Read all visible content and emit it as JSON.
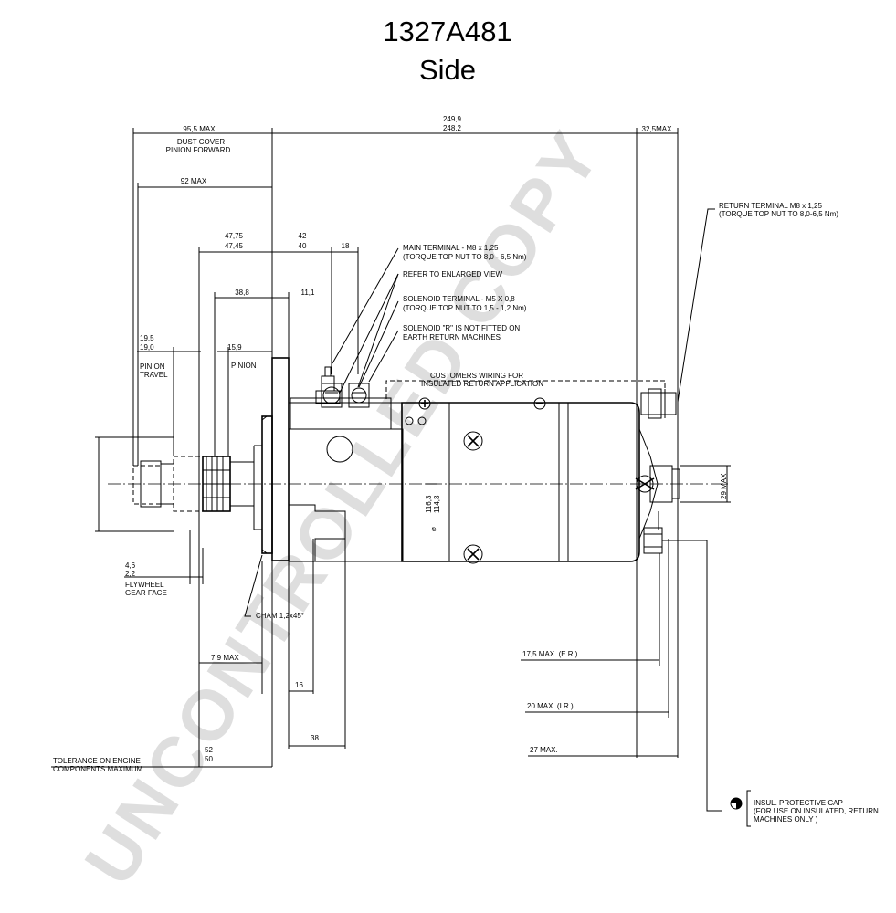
{
  "header": {
    "part_number": "1327A481",
    "view": "Side"
  },
  "dimensions": {
    "dust_cover_max": "95,5 MAX",
    "dust_cover_label_1": "DUST COVER",
    "dust_cover_label_2": "PINION FORWARD",
    "overall_max": "249,9",
    "overall_min": "248,2",
    "rear_max": "32,5MAX",
    "pinion_max": "92 MAX",
    "d_47_75": "47,75",
    "d_47_45": "47,45",
    "d_42": "42",
    "d_40": "40",
    "d_18": "18",
    "d_38_8": "38,8",
    "d_11_1": "11,1",
    "d_19_5": "19,5",
    "d_19_0": "19,0",
    "d_15_9": "15,9",
    "pinion_travel_1": "PINION",
    "pinion_travel_2": "TRAVEL",
    "pinion": "PINION",
    "d_4_6": "4,6",
    "d_2_2": "2,2",
    "flywheel_1": "FLYWHEEL",
    "flywheel_2": "GEAR FACE",
    "chamfer": "CHAM 1,2x45°",
    "d_7_9": "7,9 MAX",
    "d_16": "16",
    "d_38": "38",
    "d_52": "52",
    "d_50": "50",
    "tolerance_1": "TOLERANCE ON ENGINE",
    "tolerance_2": "COMPONENTS MAXIMUM",
    "dia_116_3": "116,3",
    "dia_114_3": "114,3",
    "dia_29": "29 MAX",
    "d_17_5": "17,5 MAX.   (E.R.)",
    "d_20": "20 MAX.   (I.R.)",
    "d_27": "27 MAX."
  },
  "callouts": {
    "main_terminal_1": "MAIN TERMINAL - M8 x 1,25",
    "main_terminal_2": "(TORQUE TOP NUT TO 8,0 - 6,5 Nm)",
    "enlarged": "REFER TO ENLARGED VIEW",
    "solenoid_1": "SOLENOID TERMINAL - M5 X 0,8",
    "solenoid_2": "(TORQUE TOP NUT TO 1,5 - 1,2 Nm)",
    "solenoid_r_1": "SOLENOID \"R\" IS NOT FITTED ON",
    "solenoid_r_2": "EARTH RETURN MACHINES",
    "customers_1": "CUSTOMERS WIRING FOR",
    "customers_2": "INSULATED RETURN APPLICATION",
    "return_1": "RETURN TERMINAL M8 x 1,25",
    "return_2": "(TORQUE TOP NUT TO 8,0-6,5 Nm)",
    "cap_1": "INSUL. PROTECTIVE CAP",
    "cap_2": "(FOR USE ON INSULATED, RETURN",
    "cap_3": "MACHINES ONLY )"
  },
  "watermark": "UNCONTROLLED COPY"
}
